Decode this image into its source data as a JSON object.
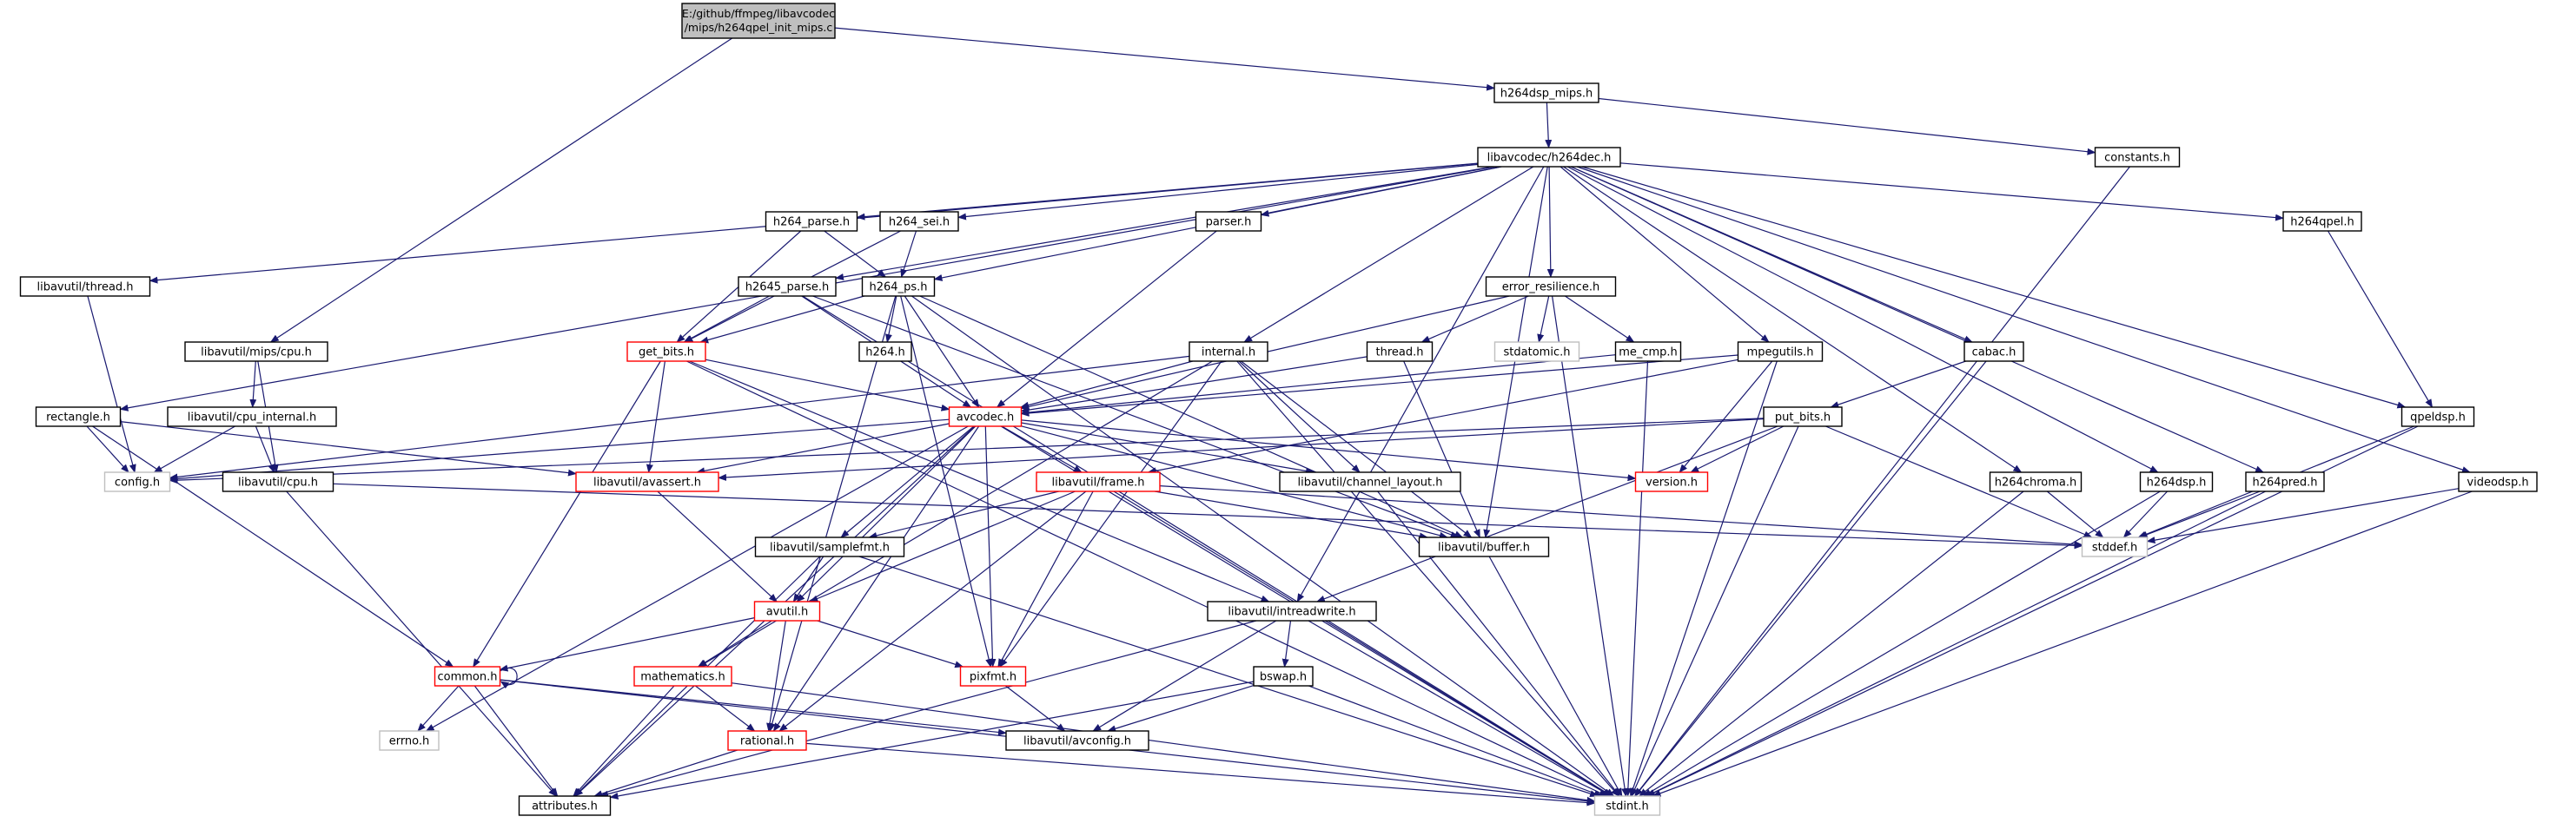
{
  "root_lines": [
    "E:/github/ffmpeg/libavcodec",
    "/mips/h264qpel_init_mips.c"
  ],
  "colors": {
    "edge": "#191970",
    "normal_border": "#000000",
    "truncated_border": "#ff0000",
    "system_border": "#bfbfbf",
    "root_fill": "#bfbfbf",
    "node_fill": "#ffffff"
  },
  "nodes": [
    {
      "id": "h264dsp_mips",
      "label": "h264dsp_mips.h",
      "kind": "normal"
    },
    {
      "id": "h264dec",
      "label": "libavcodec/h264dec.h",
      "kind": "normal"
    },
    {
      "id": "constants",
      "label": "constants.h",
      "kind": "normal"
    },
    {
      "id": "h264_parse",
      "label": "h264_parse.h",
      "kind": "normal"
    },
    {
      "id": "h264_sei",
      "label": "h264_sei.h",
      "kind": "normal"
    },
    {
      "id": "parser",
      "label": "parser.h",
      "kind": "normal"
    },
    {
      "id": "h264qpel",
      "label": "h264qpel.h",
      "kind": "normal"
    },
    {
      "id": "lavu_thread",
      "label": "libavutil/thread.h",
      "kind": "normal"
    },
    {
      "id": "h2645_parse",
      "label": "h2645_parse.h",
      "kind": "normal"
    },
    {
      "id": "h264_ps",
      "label": "h264_ps.h",
      "kind": "normal"
    },
    {
      "id": "error_resilience",
      "label": "error_resilience.h",
      "kind": "normal"
    },
    {
      "id": "lavu_mips_cpu",
      "label": "libavutil/mips/cpu.h",
      "kind": "normal"
    },
    {
      "id": "get_bits",
      "label": "get_bits.h",
      "kind": "truncated"
    },
    {
      "id": "h264",
      "label": "h264.h",
      "kind": "normal"
    },
    {
      "id": "internal",
      "label": "internal.h",
      "kind": "normal"
    },
    {
      "id": "thread",
      "label": "thread.h",
      "kind": "normal"
    },
    {
      "id": "stdatomic",
      "label": "stdatomic.h",
      "kind": "system"
    },
    {
      "id": "me_cmp",
      "label": "me_cmp.h",
      "kind": "normal"
    },
    {
      "id": "mpegutils",
      "label": "mpegutils.h",
      "kind": "normal"
    },
    {
      "id": "cabac",
      "label": "cabac.h",
      "kind": "normal"
    },
    {
      "id": "rectangle",
      "label": "rectangle.h",
      "kind": "normal"
    },
    {
      "id": "cpu_internal",
      "label": "libavutil/cpu_internal.h",
      "kind": "normal"
    },
    {
      "id": "avcodec",
      "label": "avcodec.h",
      "kind": "truncated"
    },
    {
      "id": "put_bits",
      "label": "put_bits.h",
      "kind": "normal"
    },
    {
      "id": "qpeldsp",
      "label": "qpeldsp.h",
      "kind": "normal"
    },
    {
      "id": "config",
      "label": "config.h",
      "kind": "system"
    },
    {
      "id": "lavu_cpu",
      "label": "libavutil/cpu.h",
      "kind": "normal"
    },
    {
      "id": "lavu_avassert",
      "label": "libavutil/avassert.h",
      "kind": "truncated"
    },
    {
      "id": "lavu_frame",
      "label": "libavutil/frame.h",
      "kind": "truncated"
    },
    {
      "id": "channel_layout",
      "label": "libavutil/channel_layout.h",
      "kind": "normal"
    },
    {
      "id": "version",
      "label": "version.h",
      "kind": "truncated"
    },
    {
      "id": "h264chroma",
      "label": "h264chroma.h",
      "kind": "normal"
    },
    {
      "id": "h264dsp",
      "label": "h264dsp.h",
      "kind": "normal"
    },
    {
      "id": "h264pred",
      "label": "h264pred.h",
      "kind": "normal"
    },
    {
      "id": "videodsp",
      "label": "videodsp.h",
      "kind": "normal"
    },
    {
      "id": "samplefmt",
      "label": "libavutil/samplefmt.h",
      "kind": "normal"
    },
    {
      "id": "buffer",
      "label": "libavutil/buffer.h",
      "kind": "normal"
    },
    {
      "id": "stddef",
      "label": "stddef.h",
      "kind": "system"
    },
    {
      "id": "intreadwrite",
      "label": "libavutil/intreadwrite.h",
      "kind": "normal"
    },
    {
      "id": "avutil",
      "label": "avutil.h",
      "kind": "truncated"
    },
    {
      "id": "common",
      "label": "common.h",
      "kind": "truncated"
    },
    {
      "id": "mathematics",
      "label": "mathematics.h",
      "kind": "truncated"
    },
    {
      "id": "pixfmt",
      "label": "pixfmt.h",
      "kind": "truncated"
    },
    {
      "id": "bswap",
      "label": "bswap.h",
      "kind": "normal"
    },
    {
      "id": "errno",
      "label": "errno.h",
      "kind": "system"
    },
    {
      "id": "rational",
      "label": "rational.h",
      "kind": "truncated"
    },
    {
      "id": "avconfig",
      "label": "libavutil/avconfig.h",
      "kind": "normal"
    },
    {
      "id": "attributes",
      "label": "attributes.h",
      "kind": "normal"
    },
    {
      "id": "stdint",
      "label": "stdint.h",
      "kind": "system"
    }
  ],
  "edges": [
    [
      "root",
      "h264dsp_mips"
    ],
    [
      "root",
      "lavu_mips_cpu"
    ],
    [
      "h264dsp_mips",
      "h264dec"
    ],
    [
      "h264dsp_mips",
      "constants"
    ],
    [
      "constants",
      "stdint"
    ],
    [
      "h264dec",
      "lavu_thread"
    ],
    [
      "h264dec",
      "h264_parse"
    ],
    [
      "h264dec",
      "h264_sei"
    ],
    [
      "h264dec",
      "parser"
    ],
    [
      "h264dec",
      "h2645_parse"
    ],
    [
      "h264dec",
      "h264_ps"
    ],
    [
      "h264dec",
      "error_resilience"
    ],
    [
      "h264dec",
      "internal"
    ],
    [
      "h264dec",
      "rectangle"
    ],
    [
      "h264dec",
      "mpegutils"
    ],
    [
      "h264dec",
      "cabac"
    ],
    [
      "h264dec",
      "h264chroma"
    ],
    [
      "h264dec",
      "h264dsp"
    ],
    [
      "h264dec",
      "h264pred"
    ],
    [
      "h264dec",
      "h264qpel"
    ],
    [
      "h264dec",
      "qpeldsp"
    ],
    [
      "h264dec",
      "videodsp"
    ],
    [
      "h264dec",
      "intreadwrite"
    ],
    [
      "h264dec",
      "buffer"
    ],
    [
      "h264_parse",
      "get_bits"
    ],
    [
      "h264_parse",
      "h264_ps"
    ],
    [
      "h264_sei",
      "get_bits"
    ],
    [
      "h264_sei",
      "h264_ps"
    ],
    [
      "parser",
      "avcodec"
    ],
    [
      "h264qpel",
      "qpeldsp"
    ],
    [
      "lavu_thread",
      "config"
    ],
    [
      "h2645_parse",
      "get_bits"
    ],
    [
      "h2645_parse",
      "avcodec"
    ],
    [
      "h2645_parse",
      "stdint"
    ],
    [
      "h2645_parse",
      "buffer"
    ],
    [
      "h264_ps",
      "get_bits"
    ],
    [
      "h264_ps",
      "h264"
    ],
    [
      "h264_ps",
      "avcodec"
    ],
    [
      "h264_ps",
      "pixfmt"
    ],
    [
      "h264_ps",
      "rational"
    ],
    [
      "h264_ps",
      "buffer"
    ],
    [
      "h264_ps",
      "stdint"
    ],
    [
      "error_resilience",
      "avcodec"
    ],
    [
      "error_resilience",
      "thread"
    ],
    [
      "error_resilience",
      "stdatomic"
    ],
    [
      "error_resilience",
      "me_cmp"
    ],
    [
      "error_resilience",
      "stdint"
    ],
    [
      "lavu_mips_cpu",
      "cpu_internal"
    ],
    [
      "lavu_mips_cpu",
      "lavu_cpu"
    ],
    [
      "get_bits",
      "avcodec"
    ],
    [
      "get_bits",
      "lavu_avassert"
    ],
    [
      "get_bits",
      "common"
    ],
    [
      "get_bits",
      "intreadwrite"
    ],
    [
      "get_bits",
      "stdint"
    ],
    [
      "internal",
      "avcodec"
    ],
    [
      "internal",
      "config"
    ],
    [
      "internal",
      "channel_layout"
    ],
    [
      "internal",
      "buffer"
    ],
    [
      "internal",
      "mathematics"
    ],
    [
      "internal",
      "pixfmt"
    ],
    [
      "internal",
      "stdint"
    ],
    [
      "thread",
      "avcodec"
    ],
    [
      "thread",
      "buffer"
    ],
    [
      "me_cmp",
      "avcodec"
    ],
    [
      "me_cmp",
      "stdint"
    ],
    [
      "mpegutils",
      "avcodec"
    ],
    [
      "mpegutils",
      "lavu_frame"
    ],
    [
      "mpegutils",
      "version"
    ],
    [
      "mpegutils",
      "stdint"
    ],
    [
      "cabac",
      "put_bits"
    ],
    [
      "cabac",
      "stdint"
    ],
    [
      "rectangle",
      "config"
    ],
    [
      "rectangle",
      "lavu_avassert"
    ],
    [
      "rectangle",
      "common"
    ],
    [
      "cpu_internal",
      "config"
    ],
    [
      "cpu_internal",
      "lavu_cpu"
    ],
    [
      "avcodec",
      "config"
    ],
    [
      "avcodec",
      "lavu_avassert"
    ],
    [
      "avcodec",
      "lavu_frame"
    ],
    [
      "avcodec",
      "channel_layout"
    ],
    [
      "avcodec",
      "version"
    ],
    [
      "avcodec",
      "samplefmt"
    ],
    [
      "avcodec",
      "buffer"
    ],
    [
      "avcodec",
      "avutil"
    ],
    [
      "avcodec",
      "pixfmt"
    ],
    [
      "avcodec",
      "rational"
    ],
    [
      "avcodec",
      "errno"
    ],
    [
      "avcodec",
      "attributes"
    ],
    [
      "avcodec",
      "stdint"
    ],
    [
      "put_bits",
      "config"
    ],
    [
      "put_bits",
      "lavu_avassert"
    ],
    [
      "put_bits",
      "version"
    ],
    [
      "put_bits",
      "stddef"
    ],
    [
      "put_bits",
      "intreadwrite"
    ],
    [
      "put_bits",
      "stdint"
    ],
    [
      "qpeldsp",
      "stddef"
    ],
    [
      "qpeldsp",
      "stdint"
    ],
    [
      "lavu_cpu",
      "stddef"
    ],
    [
      "lavu_cpu",
      "attributes"
    ],
    [
      "lavu_avassert",
      "avutil"
    ],
    [
      "lavu_frame",
      "samplefmt"
    ],
    [
      "lavu_frame",
      "buffer"
    ],
    [
      "lavu_frame",
      "avutil"
    ],
    [
      "lavu_frame",
      "pixfmt"
    ],
    [
      "lavu_frame",
      "rational"
    ],
    [
      "lavu_frame",
      "stddef"
    ],
    [
      "lavu_frame",
      "stdint"
    ],
    [
      "channel_layout",
      "stdint"
    ],
    [
      "h264chroma",
      "stddef"
    ],
    [
      "h264chroma",
      "stdint"
    ],
    [
      "h264dsp",
      "stddef"
    ],
    [
      "h264dsp",
      "stdint"
    ],
    [
      "h264pred",
      "stddef"
    ],
    [
      "h264pred",
      "stdint"
    ],
    [
      "videodsp",
      "stddef"
    ],
    [
      "videodsp",
      "stdint"
    ],
    [
      "samplefmt",
      "avutil"
    ],
    [
      "samplefmt",
      "attributes"
    ],
    [
      "samplefmt",
      "stdint"
    ],
    [
      "buffer",
      "stdint"
    ],
    [
      "intreadwrite",
      "avconfig"
    ],
    [
      "intreadwrite",
      "attributes"
    ],
    [
      "intreadwrite",
      "bswap"
    ],
    [
      "intreadwrite",
      "stdint"
    ],
    [
      "avutil",
      "common"
    ],
    [
      "avutil",
      "mathematics"
    ],
    [
      "avutil",
      "rational"
    ],
    [
      "avutil",
      "pixfmt"
    ],
    [
      "common",
      "common"
    ],
    [
      "common",
      "errno"
    ],
    [
      "common",
      "attributes"
    ],
    [
      "common",
      "avconfig"
    ],
    [
      "common",
      "stdint"
    ],
    [
      "mathematics",
      "rational"
    ],
    [
      "mathematics",
      "attributes"
    ],
    [
      "mathematics",
      "stdint"
    ],
    [
      "pixfmt",
      "avconfig"
    ],
    [
      "bswap",
      "avconfig"
    ],
    [
      "bswap",
      "attributes"
    ],
    [
      "bswap",
      "stdint"
    ],
    [
      "rational",
      "attributes"
    ],
    [
      "rational",
      "stdint"
    ]
  ]
}
